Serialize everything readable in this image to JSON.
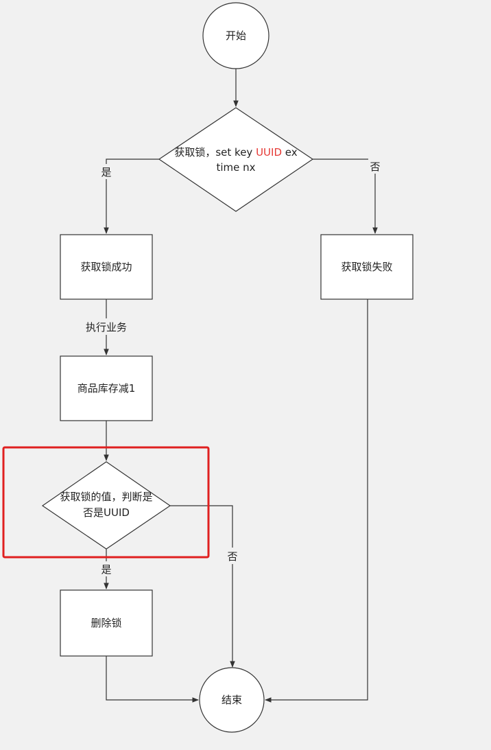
{
  "nodes": {
    "start": "开始",
    "acquire_prefix": "获取锁，set key ",
    "acquire_uuid": "UUID",
    "acquire_suffix": " ex",
    "acquire_line2": "time nx",
    "success": "获取锁成功",
    "fail": "获取锁失败",
    "decrement": "商品库存减1",
    "check_line1": "获取锁的值，判断是",
    "check_line2": "否是UUID",
    "delete": "删除锁",
    "end": "结束"
  },
  "edges": {
    "yes_left": "是",
    "no_right": "否",
    "execute": "执行业务",
    "yes_check": "是",
    "no_check": "否"
  },
  "colors": {
    "highlight_text": "#e53935",
    "highlight_box": "#e02020"
  }
}
